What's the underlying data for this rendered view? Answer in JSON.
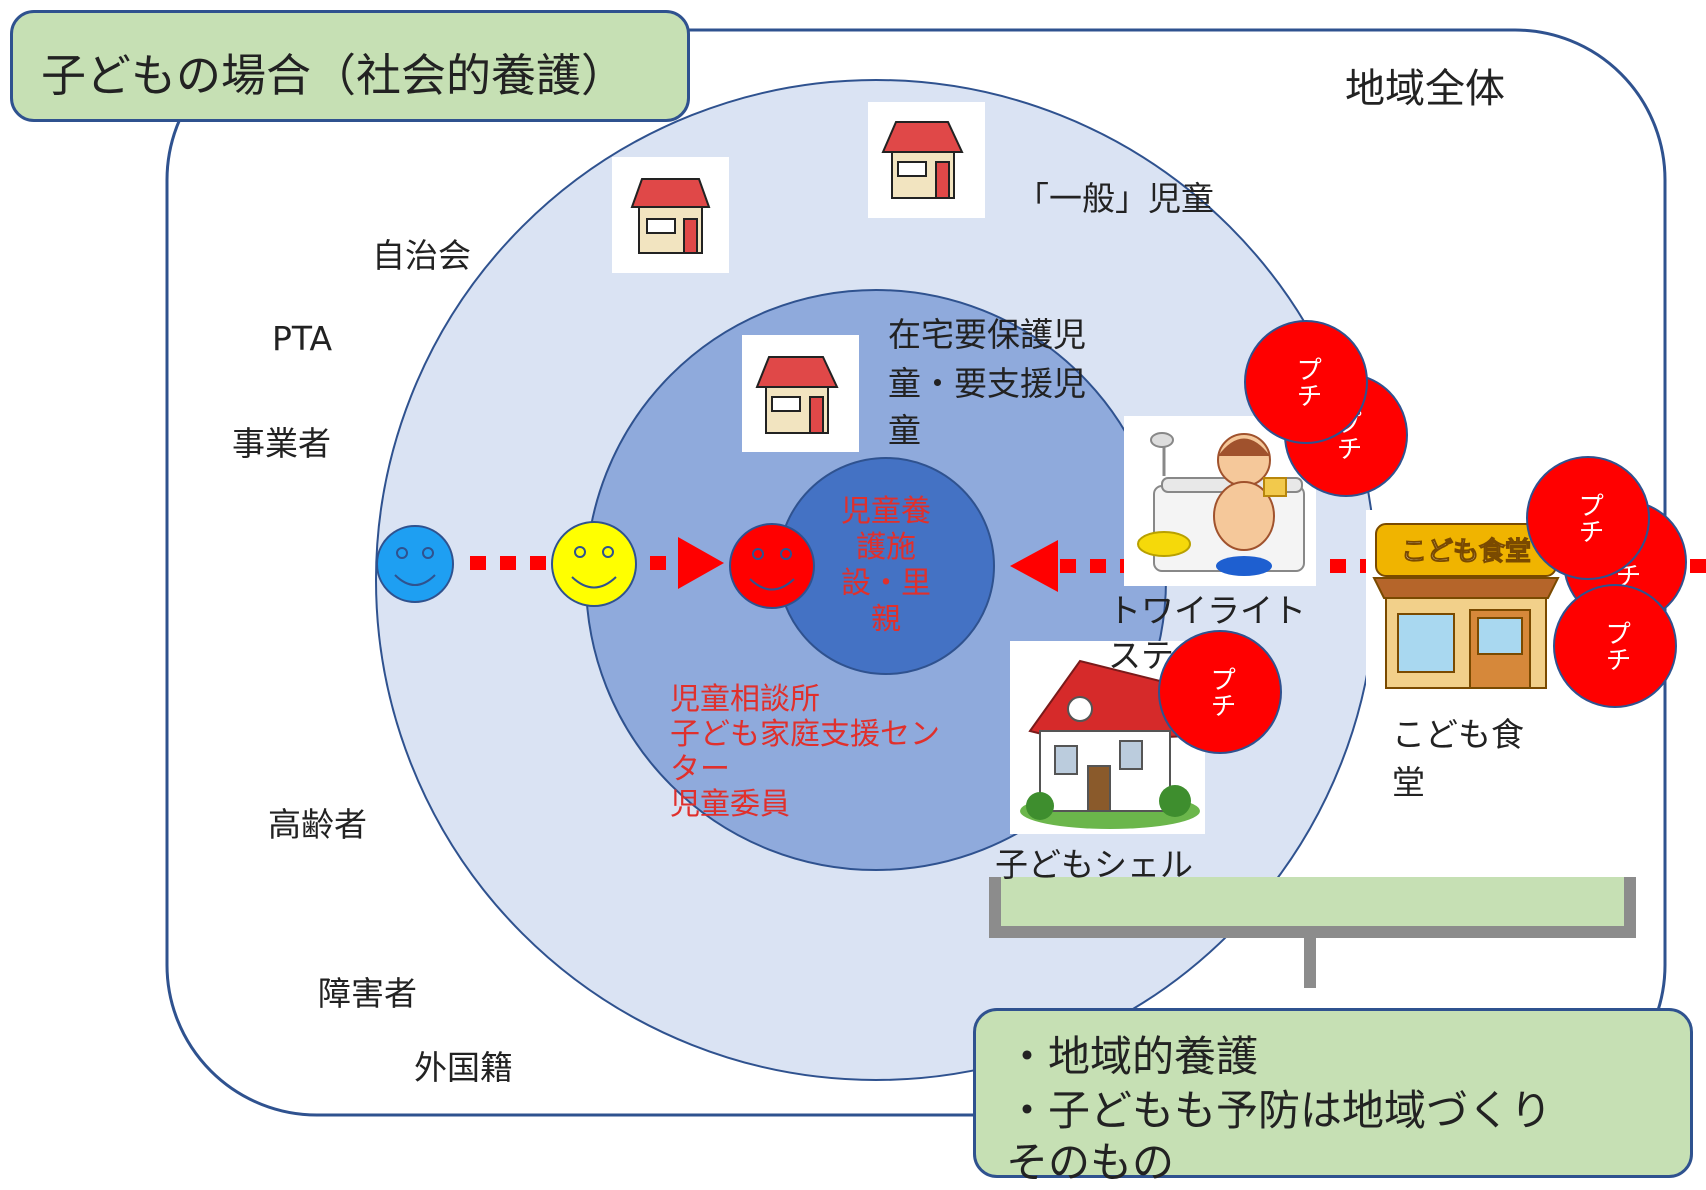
{
  "title": "子どもの場合（社会的養護）",
  "labels": {
    "region_all": "地域全体",
    "general_children": "「一般」児童",
    "jichikai": "自治会",
    "pta": "PTA",
    "business": "事業者",
    "elderly": "高齢者",
    "disabled": "障害者",
    "foreign": "外国籍",
    "home_support_1": "在宅要保護児",
    "home_support_2": "童・要支援児",
    "home_support_3": "童",
    "center_1": "児童養",
    "center_2": "護施",
    "center_3": "設・里",
    "center_4": "親",
    "agencies_1": "児童相談所",
    "agencies_2": "子ども家庭支援セン",
    "agencies_3": "ター",
    "agencies_4": "児童委員",
    "twilight_1": "トワイライト",
    "twilight_2": "ステ",
    "shelter": "子どもシェル",
    "kodomo_shokudo_1": "こども食",
    "kodomo_shokudo_2": "堂",
    "shokudo_sign": "こども食堂"
  },
  "petit_label": "プチ",
  "bottom_box": {
    "line1": "・地域的養護",
    "line2": "・子どもも予防は地域づくり",
    "line3": "そのもの"
  },
  "colors": {
    "outer_circle": "#dae3f3",
    "middle_circle": "#8faadc",
    "inner_circle": "#4472c4",
    "region_border": "#2f528f",
    "green_box": "#c6e0b4",
    "arrow": "#ff0000",
    "face_blue": "#1e9ff2",
    "face_yellow": "#ffff00",
    "face_red": "#ff0000"
  }
}
